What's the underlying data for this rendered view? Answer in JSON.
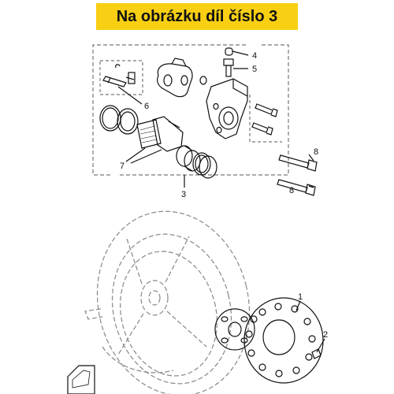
{
  "banner": {
    "text": "Na obrázku díl číslo 3"
  },
  "callouts": {
    "c1": "1",
    "c2": "2",
    "c3": "3",
    "c4": "4",
    "c5": "5",
    "c6": "6",
    "c7": "7",
    "c8a": "8",
    "c8b": "8"
  },
  "colors": {
    "banner": "#f8cf12",
    "line": "#111111",
    "dashed": "#888888"
  }
}
